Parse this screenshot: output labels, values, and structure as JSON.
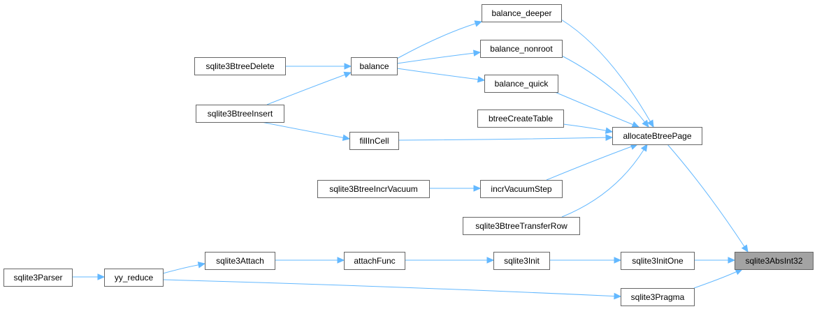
{
  "graph": {
    "colors": {
      "edge": "#63b8ff",
      "node_border": "#666666",
      "target_fill": "#a3a3a3"
    },
    "nodes": [
      {
        "id": "balance_deeper",
        "label": "balance_deeper"
      },
      {
        "id": "balance_nonroot",
        "label": "balance_nonroot"
      },
      {
        "id": "sqlite3BtreeDelete",
        "label": "sqlite3BtreeDelete"
      },
      {
        "id": "balance",
        "label": "balance"
      },
      {
        "id": "balance_quick",
        "label": "balance_quick"
      },
      {
        "id": "sqlite3BtreeInsert",
        "label": "sqlite3BtreeInsert"
      },
      {
        "id": "btreeCreateTable",
        "label": "btreeCreateTable"
      },
      {
        "id": "allocateBtreePage",
        "label": "allocateBtreePage"
      },
      {
        "id": "fillInCell",
        "label": "fillInCell"
      },
      {
        "id": "sqlite3BtreeIncrVacuum",
        "label": "sqlite3BtreeIncrVacuum"
      },
      {
        "id": "incrVacuumStep",
        "label": "incrVacuumStep"
      },
      {
        "id": "sqlite3BtreeTransferRow",
        "label": "sqlite3BtreeTransferRow"
      },
      {
        "id": "sqlite3Attach",
        "label": "sqlite3Attach"
      },
      {
        "id": "attachFunc",
        "label": "attachFunc"
      },
      {
        "id": "sqlite3Init",
        "label": "sqlite3Init"
      },
      {
        "id": "sqlite3InitOne",
        "label": "sqlite3InitOne"
      },
      {
        "id": "sqlite3AbsInt32",
        "label": "sqlite3AbsInt32",
        "target": true
      },
      {
        "id": "sqlite3Parser",
        "label": "sqlite3Parser"
      },
      {
        "id": "yy_reduce",
        "label": "yy_reduce"
      },
      {
        "id": "sqlite3Pragma",
        "label": "sqlite3Pragma"
      }
    ],
    "edges": [
      {
        "from": "balance",
        "to": "balance_deeper"
      },
      {
        "from": "balance",
        "to": "balance_nonroot"
      },
      {
        "from": "balance",
        "to": "balance_quick"
      },
      {
        "from": "sqlite3BtreeDelete",
        "to": "balance"
      },
      {
        "from": "sqlite3BtreeInsert",
        "to": "balance"
      },
      {
        "from": "sqlite3BtreeInsert",
        "to": "fillInCell"
      },
      {
        "from": "balance_deeper",
        "to": "allocateBtreePage"
      },
      {
        "from": "balance_nonroot",
        "to": "allocateBtreePage"
      },
      {
        "from": "balance_quick",
        "to": "allocateBtreePage"
      },
      {
        "from": "btreeCreateTable",
        "to": "allocateBtreePage"
      },
      {
        "from": "fillInCell",
        "to": "allocateBtreePage"
      },
      {
        "from": "incrVacuumStep",
        "to": "allocateBtreePage"
      },
      {
        "from": "sqlite3BtreeTransferRow",
        "to": "allocateBtreePage"
      },
      {
        "from": "sqlite3BtreeIncrVacuum",
        "to": "incrVacuumStep"
      },
      {
        "from": "allocateBtreePage",
        "to": "sqlite3AbsInt32"
      },
      {
        "from": "sqlite3InitOne",
        "to": "sqlite3AbsInt32"
      },
      {
        "from": "sqlite3Pragma",
        "to": "sqlite3AbsInt32"
      },
      {
        "from": "sqlite3Init",
        "to": "sqlite3InitOne"
      },
      {
        "from": "attachFunc",
        "to": "sqlite3Init"
      },
      {
        "from": "sqlite3Attach",
        "to": "attachFunc"
      },
      {
        "from": "yy_reduce",
        "to": "sqlite3Attach"
      },
      {
        "from": "yy_reduce",
        "to": "sqlite3Pragma"
      },
      {
        "from": "sqlite3Parser",
        "to": "yy_reduce"
      }
    ]
  }
}
